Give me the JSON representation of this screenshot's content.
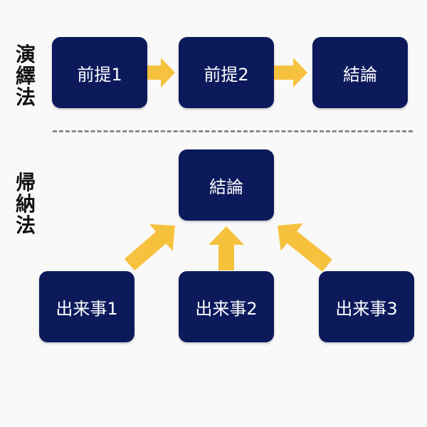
{
  "colors": {
    "box_fill": "#0c1a5c",
    "box_text": "#ffffff",
    "arrow": "#f6c23e",
    "label": "#111111",
    "divider": "#8a8a8a",
    "background": "#f9f9f9"
  },
  "deductive": {
    "label": "演繹法",
    "premise1": "前提1",
    "premise2": "前提2",
    "conclusion": "結論"
  },
  "inductive": {
    "label": "帰納法",
    "conclusion": "結論",
    "event1": "出来事1",
    "event2": "出来事2",
    "event3": "出来事3"
  }
}
